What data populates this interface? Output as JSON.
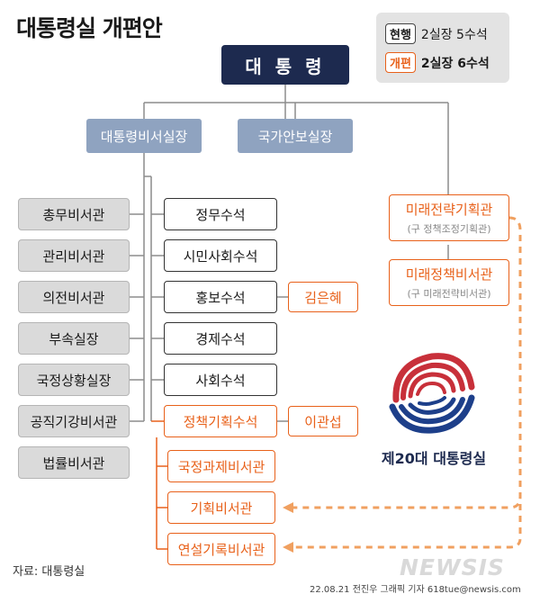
{
  "title": "대통령실 개편안",
  "legend": {
    "current_tag": "현행",
    "current_value": "2실장 5수석",
    "reform_tag": "개편",
    "reform_value": "2실장 6수석"
  },
  "org": {
    "president": "대 통 령",
    "chief_of_staff": "대통령비서실장",
    "security_chief": "국가안보실장",
    "left_secretaries": [
      "총무비서관",
      "관리비서관",
      "의전비서관",
      "부속실장",
      "국정상황실장",
      "공직기강비서관",
      "법률비서관"
    ],
    "senior_secretaries": [
      "정무수석",
      "시민사회수석",
      "홍보수석",
      "경제수석",
      "사회수석",
      "정책기획수석"
    ],
    "appointees": {
      "hongbo": "김은혜",
      "policy": "이관섭"
    },
    "policy_subunits": [
      "국정과제비서관",
      "기획비서관",
      "연설기록비서관"
    ],
    "right_units": [
      {
        "name": "미래전략기획관",
        "former": "(구 정책조정기획관)"
      },
      {
        "name": "미래정책비서관",
        "former": "(구 미래전략비서관)"
      }
    ]
  },
  "emblem_caption": "제20대 대통령실",
  "source": "자료:  대통령실",
  "credit": "22.08.21  전진우  그래픽  기자  618tue@newsis.com",
  "watermark": "NEWSIS",
  "colors": {
    "navy": "#1d2a4f",
    "steel_blue": "#8fa3c0",
    "orange": "#e8611a",
    "grey_box": "#dadada",
    "line": "#8c8c8c"
  },
  "icons": [
    "korean-government-emblem-icon"
  ]
}
